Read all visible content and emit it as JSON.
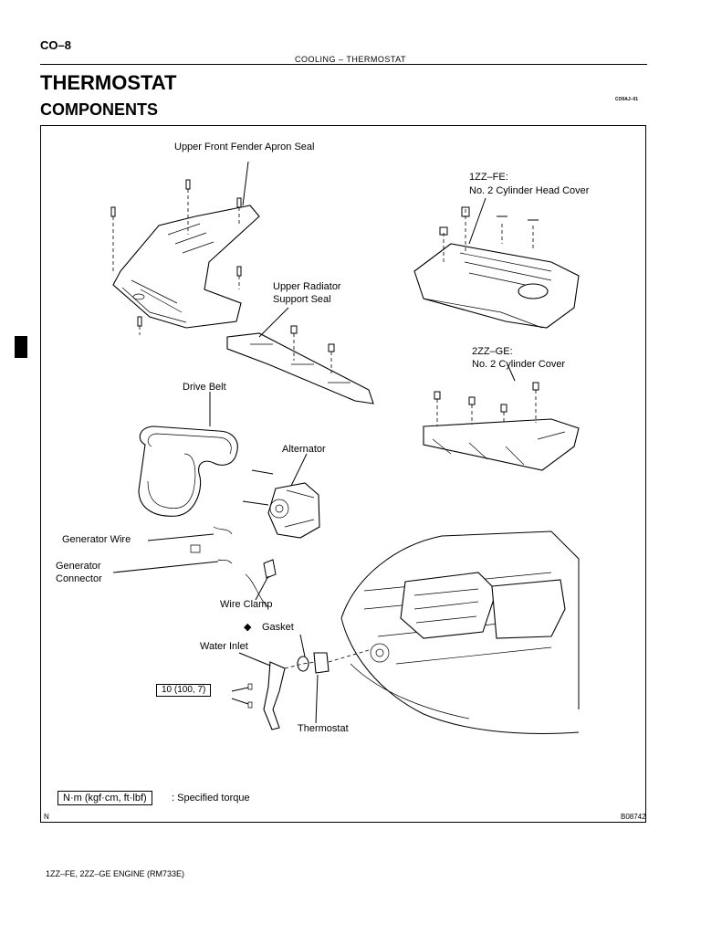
{
  "header": {
    "page_number": "CO–8",
    "running_header": "COOLING – THERMOSTAT",
    "doc_code": "CO0AJ–01"
  },
  "title": "THERMOSTAT",
  "subtitle": "COMPONENTS",
  "labels": {
    "upper_front_fender_apron_seal": "Upper Front Fender Apron Seal",
    "zz_fe_line1": "1ZZ–FE:",
    "zz_fe_line2": "No. 2 Cylinder Head Cover",
    "upper_radiator_line1": "Upper Radiator",
    "upper_radiator_line2": "Support Seal",
    "zz_ge_line1": "2ZZ–GE:",
    "zz_ge_line2": "No. 2 Cylinder Cover",
    "drive_belt": "Drive Belt",
    "alternator": "Alternator",
    "generator_wire": "Generator Wire",
    "generator_connector_line1": "Generator",
    "generator_connector_line2": "Connector",
    "wire_clamp": "Wire Clamp",
    "gasket_marker": "◆",
    "gasket": "Gasket",
    "water_inlet": "Water Inlet",
    "torque_value": "10 (100, 7)",
    "thermostat": "Thermostat"
  },
  "legend": {
    "unit_box": "N·m (kgf·cm, ft·lbf)",
    "unit_desc": ": Specified torque"
  },
  "frame_marker": "N",
  "figure_code": "B08742",
  "footer": "1ZZ–FE, 2ZZ–GE ENGINE (RM733E)"
}
